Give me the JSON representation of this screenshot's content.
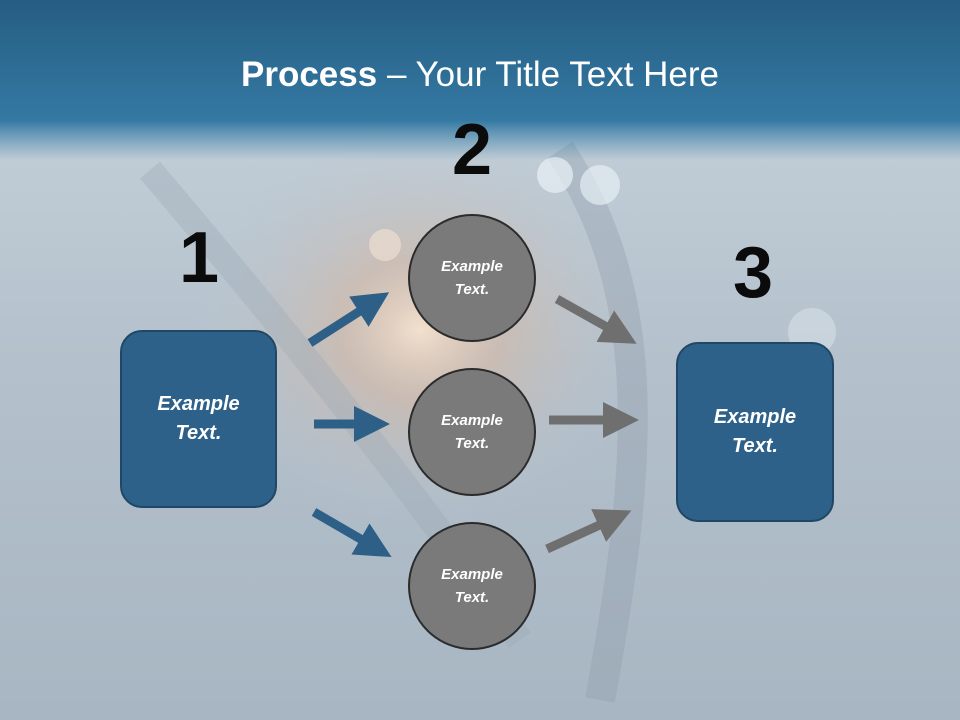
{
  "title": {
    "bold": "Process",
    "rest": " – Your Title Text Here"
  },
  "steps": [
    {
      "number": "1",
      "text": "Example Text."
    },
    {
      "number": "2",
      "items": [
        "Example Text.",
        "Example Text.",
        "Example Text."
      ]
    },
    {
      "number": "3",
      "text": "Example Text."
    }
  ],
  "colors": {
    "box_fill": "#2e6189",
    "circle_fill": "#7a7a7a",
    "arrow_in": "#2d5f87",
    "arrow_out": "#6f6f6f",
    "header": "#2a6a93"
  }
}
